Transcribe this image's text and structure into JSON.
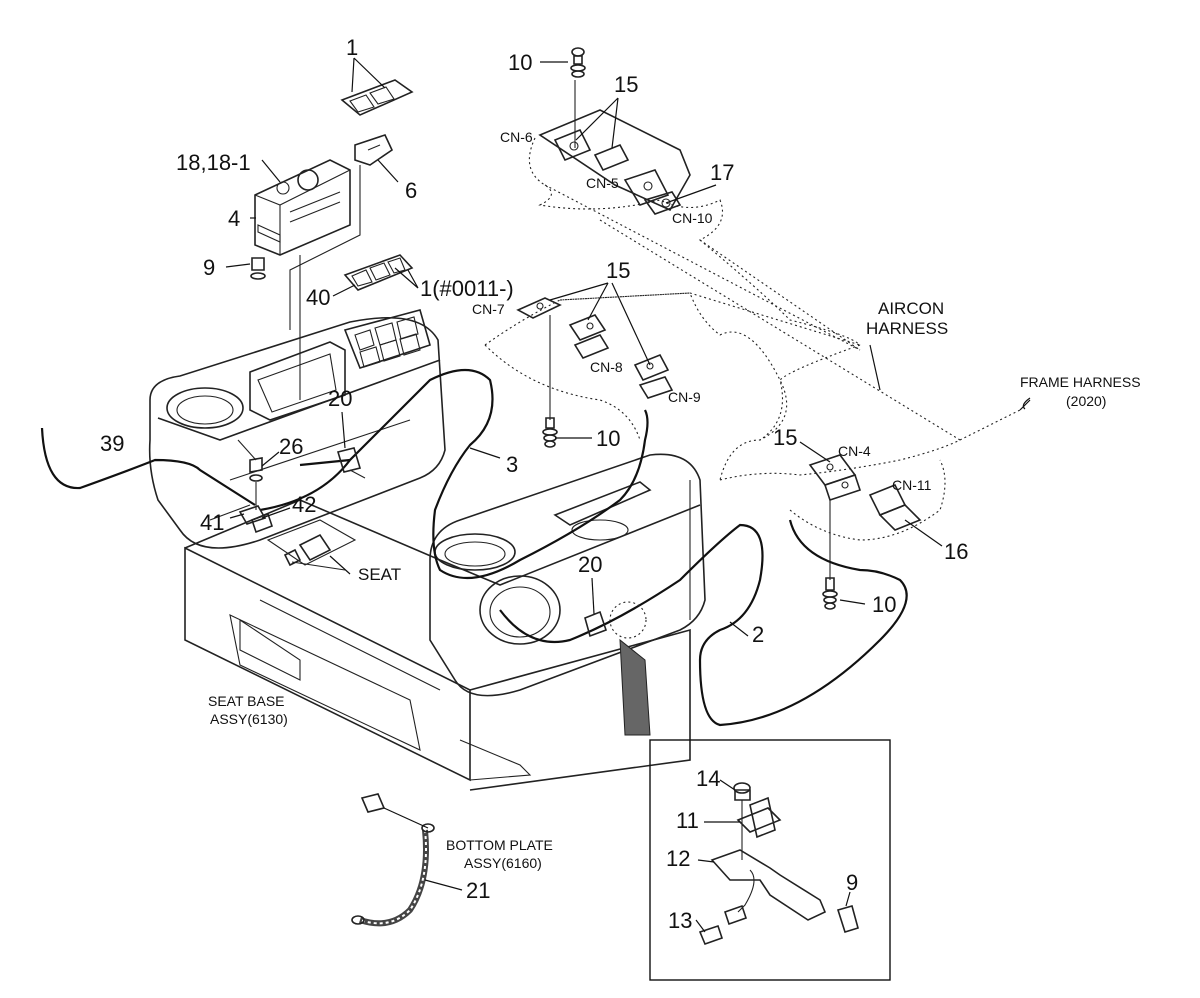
{
  "labels": {
    "l1_top": "1",
    "l18": "18,18-1",
    "l6": "6",
    "l4": "4",
    "l9_left": "9",
    "l40": "40",
    "l1_serial": "1(#0011-)",
    "l10_top": "10",
    "l15_top": "15",
    "cn6": "CN-6",
    "cn5": "CN-5",
    "l17": "17",
    "cn10": "CN-10",
    "l15_mid": "15",
    "cn7": "CN-7",
    "cn8": "CN-8",
    "cn9": "CN-9",
    "aircon1": "AIRCON",
    "aircon2": "HARNESS",
    "frame1": "FRAME HARNESS",
    "frame2": "(2020)",
    "l10_mid": "10",
    "l20_top": "20",
    "l3": "3",
    "l26": "26",
    "l39": "39",
    "l42": "42",
    "l41": "41",
    "seat": "SEAT",
    "l15_right": "15",
    "cn4": "CN-4",
    "cn11": "CN-11",
    "l16": "16",
    "l20_bottom": "20",
    "l2": "2",
    "l10_right": "10",
    "seatbase1": "SEAT BASE",
    "seatbase2": "ASSY(6130)",
    "bottom1": "BOTTOM PLATE",
    "bottom2": "ASSY(6160)",
    "l21": "21",
    "l14": "14",
    "l11": "11",
    "l12": "12",
    "l9_inset": "9",
    "l13": "13"
  }
}
